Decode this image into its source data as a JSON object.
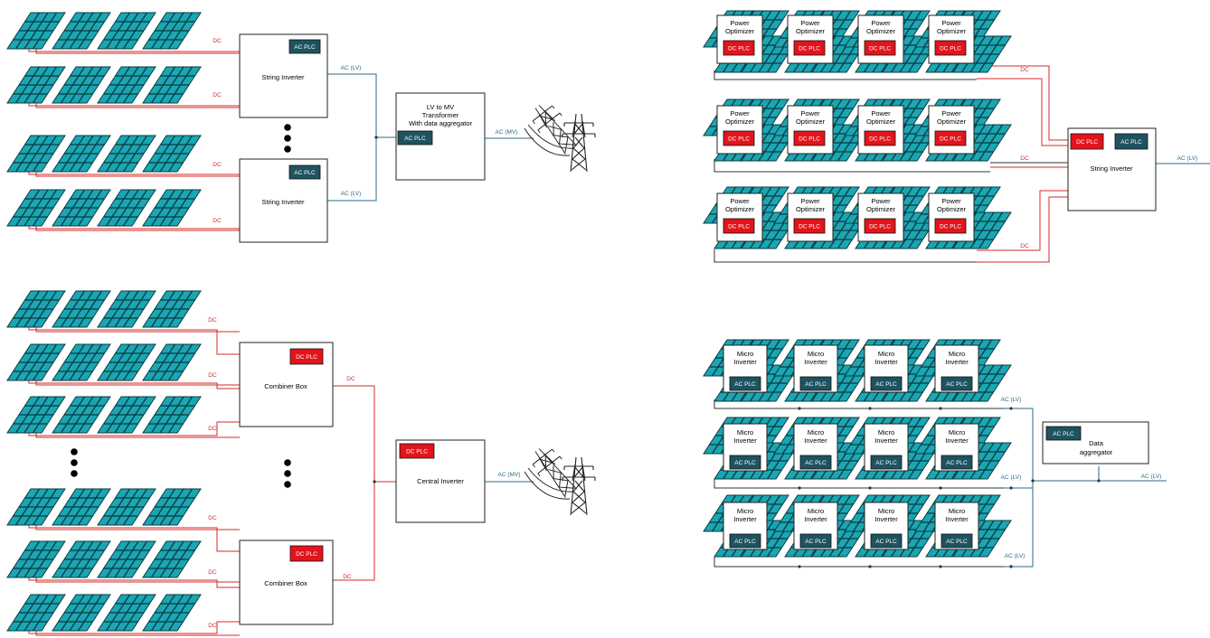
{
  "labels": {
    "dc": "DC",
    "ac_lv": "AC (LV)",
    "ac_mv": "AC (MV)",
    "ac_plc": "AC PLC",
    "dc_plc": "DC PLC",
    "string_inverter": "String Inverter",
    "combiner_box": "Combiner Box",
    "central_inverter": "Central Inverter",
    "transformer": [
      "LV to MV",
      "Transformer",
      "With data aggregator"
    ],
    "power_optimizer": [
      "Power",
      "Optimizer"
    ],
    "micro_inverter": [
      "Micro",
      "Inverter"
    ],
    "data_aggregator": [
      "Data",
      "aggregator"
    ]
  },
  "colors": {
    "panel_fill": "#1aa6b3",
    "panel_stroke": "#0b3b40",
    "plc_ac": "#1e5360",
    "plc_dc": "#e3141b",
    "dc_wire": "#d42a2a",
    "ac_wire": "#2a6a8c",
    "box_stroke": "#222222"
  },
  "icons": {
    "panel": "solar-panel-icon",
    "grid": "transmission-tower-icon",
    "ellipsis": "vertical-ellipsis-icon"
  }
}
